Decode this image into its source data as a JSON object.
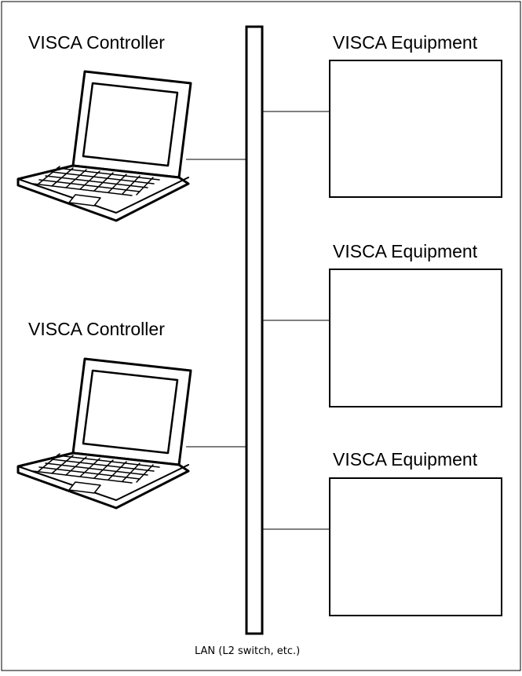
{
  "controllers": [
    {
      "label": "VISCA Controller"
    },
    {
      "label": "VISCA Controller"
    }
  ],
  "equipment": [
    {
      "label": "VISCA Equipment"
    },
    {
      "label": "VISCA Equipment"
    },
    {
      "label": "VISCA Equipment"
    }
  ],
  "lan": {
    "label": "LAN (L2 switch, etc.)"
  },
  "icons": {
    "controller": "laptop-icon"
  }
}
